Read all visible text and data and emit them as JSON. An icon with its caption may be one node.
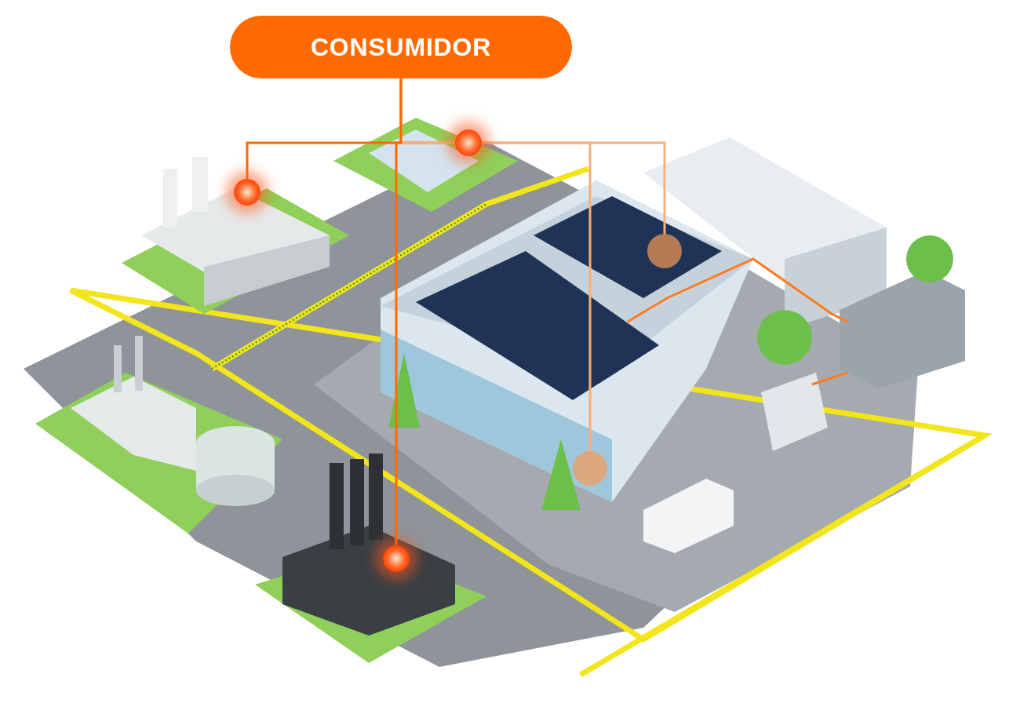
{
  "diagram": {
    "nodes": [
      {
        "text": [
          "CONSUMIDOR"
        ]
      },
      {
        "text": [],
        "shape": "circle"
      },
      {
        "text": [],
        "shape": "circle"
      },
      {
        "text": [],
        "shape": "circle"
      },
      {
        "text": [],
        "shape": "circle"
      },
      {
        "text": [],
        "shape": "circle"
      }
    ],
    "edges": [
      {
        "from": 0,
        "to": 1,
        "arrow": "none"
      },
      {
        "from": 0,
        "to": 2,
        "arrow": "none"
      },
      {
        "from": 0,
        "to": 3,
        "arrow": "none",
        "color": "#f7b07a"
      },
      {
        "from": 0,
        "to": 4,
        "arrow": "none",
        "color": "#f7b07a"
      },
      {
        "from": 0,
        "to": 5,
        "arrow": "none"
      }
    ]
  }
}
